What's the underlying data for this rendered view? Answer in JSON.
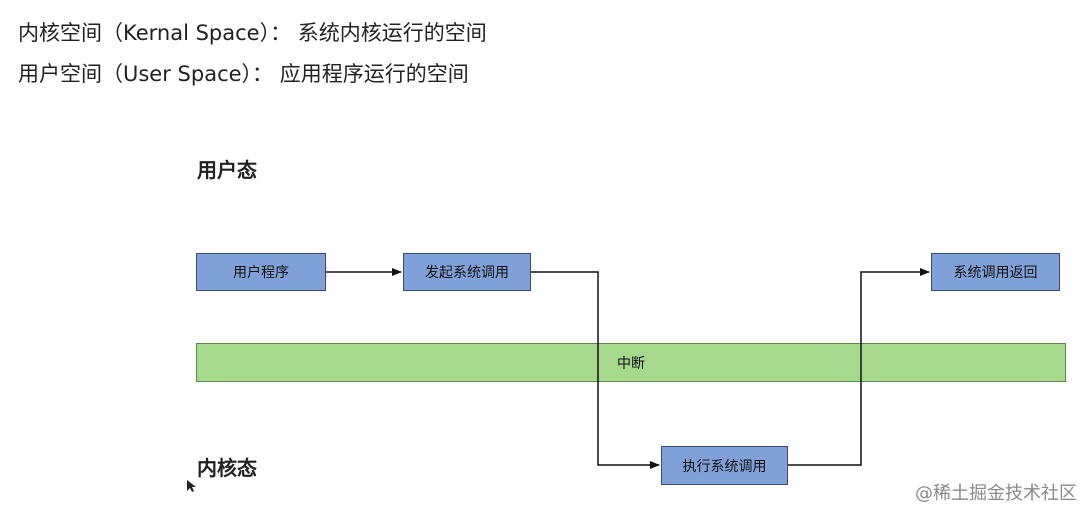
{
  "header": {
    "kernel_space_line": "内核空间（Kernal Space）： 系统内核运行的空间",
    "user_space_line": "用户空间（User Space）： 应用程序运行的空间"
  },
  "diagram": {
    "user_state_label": "用户态",
    "kernel_state_label": "内核态",
    "nodes": {
      "user_program": "用户程序",
      "initiate_syscall": "发起系统调用",
      "syscall_return": "系统调用返回",
      "execute_syscall": "执行系统调用"
    },
    "interrupt_label": "中断"
  },
  "watermark": "@稀土掘金技术社区",
  "colors": {
    "node_fill": "#7fa1d8",
    "node_border": "#3a4d74",
    "interrupt_fill": "#a6d88e",
    "interrupt_border": "#5d8b4b",
    "connector": "#111111"
  }
}
